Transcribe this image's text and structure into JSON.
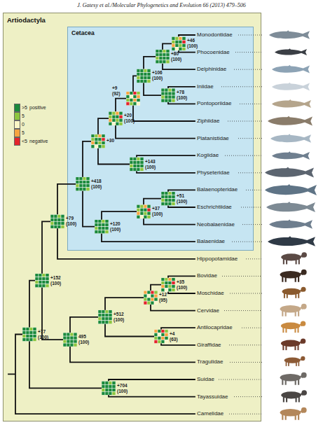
{
  "diagram": {
    "nodes": [
      {
        "text": [
          "Artiodactyla"
        ]
      },
      {
        "text": [
          "Cetacea"
        ],
        "in": 0
      }
    ],
    "labels": [
      "J. Gatesy et al./Molecular Phylogenetics and Evolution 66 (2013) 479–506",
      "positive",
      "negative",
      "Monodontidae",
      "Phocoenidae",
      "Delphinidae",
      "Iniidae",
      "Pontoporiidae",
      "Ziphiidae",
      "Platanistidae",
      "Kogiidae",
      "Physeteridae",
      "Balaenopteridae",
      "Eschrichtiidae",
      "Neobalaenidae",
      "Balaenidae",
      "Hippopotamidae",
      "Bovidae",
      "Moschidae",
      "Cervidae",
      "Antilocapridae",
      "Giraffidae",
      "Tragulidae",
      "Suidae",
      "Tayassuidae",
      "Camelidae",
      "+46 (100)",
      "+80 (100)",
      "+106 (100)",
      "+78 (100)",
      "+9 (92)",
      "+20 (100)",
      "+30",
      "+143 (100)",
      "+418 (100)",
      "+51 (100)",
      "+37 (100)",
      "+120 (100)",
      "+79 (100)",
      "+35 (100)",
      "+12 (95)",
      "+4 (63)",
      "+512 (100)",
      "495 (100)",
      "+152 (100)",
      "+704 (100)",
      "+77 (100)"
    ],
    "legend": [
      {
        "text": ">5",
        "color": "#1b8a3c"
      },
      {
        "text": "5",
        "color": "#8dc63f"
      },
      {
        "text": "0",
        "color": "#fbf6c6"
      },
      {
        "text": "5",
        "color": "#f7a541"
      },
      {
        "text": "<5",
        "color": "#e4252c"
      }
    ]
  }
}
